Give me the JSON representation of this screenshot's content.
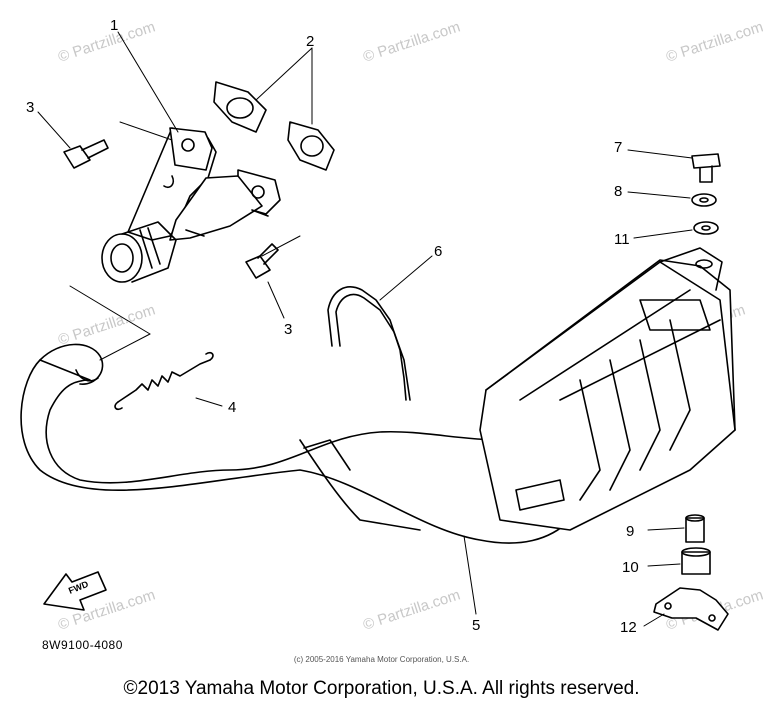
{
  "watermarks": [
    "© Partzilla.com",
    "© Partzilla.com",
    "© Partzilla.com",
    "© Partzilla.com",
    "© Partzilla.com",
    "© Partzilla.com",
    "© Partzilla.com",
    "© Partzilla.com"
  ],
  "callouts": {
    "c1": "1",
    "c2": "2",
    "c3a": "3",
    "c3b": "3",
    "c4": "4",
    "c5": "5",
    "c6": "6",
    "c7": "7",
    "c8": "8",
    "c9": "9",
    "c10": "10",
    "c11": "11",
    "c12": "12"
  },
  "fwd_label": "FWD",
  "part_number": "8W9100-4080",
  "small_copyright": "(c) 2005-2016 Yamaha Motor Corporation, U.S.A.",
  "copyright": "©2013 Yamaha Motor Corporation, U.S.A. All rights reserved."
}
